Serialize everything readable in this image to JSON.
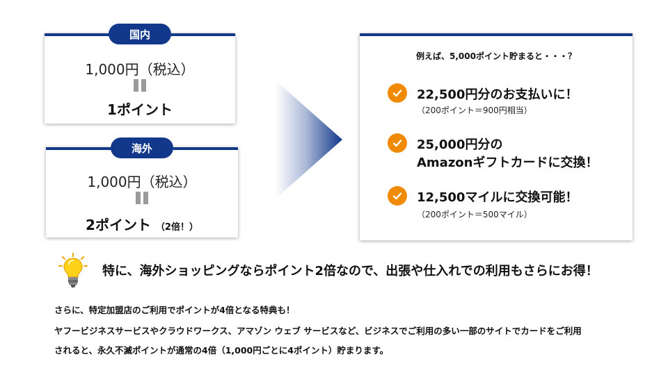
{
  "domestic": {
    "label": "国内",
    "price": "1,000円（税込）",
    "points": "1ポイント"
  },
  "overseas": {
    "label": "海外",
    "price": "1,000円（税込）",
    "points": "2ポイント",
    "points_note": "（2倍！）"
  },
  "example": {
    "title": "例えば、5,000ポイント貯まると・・・？",
    "items": [
      {
        "main": "22,500円分のお支払いに！",
        "sub": "（200ポイント＝900円相当）"
      },
      {
        "main": "25,000円分の",
        "main2": "Amazonギフトカードに交換！"
      },
      {
        "main": "12,500マイルに交換可能！",
        "sub": "（200ポイント＝500マイル）"
      }
    ]
  },
  "headline": "特に、海外ショッピングならポイント2倍なので、出張や仕入れでの利用もさらにお得！",
  "paragraph": [
    "さらに、特定加盟店のご利用でポイントが4倍となる特典も！",
    "ヤフービジネスサービスやクラウドワークス、アマゾン ウェブ サービスなど、ビジネスでご利用の多い一部のサイトでカードをご利用",
    "されると、永久不滅ポイントが通常の4倍（1,000円ごとに4ポイント）貯まります。"
  ],
  "colors": {
    "navy": "#12388c",
    "orange": "#f08a00",
    "equals_gray": "#9a9a9a"
  },
  "icons": {
    "check": "check-icon",
    "lightbulb": "lightbulb-icon",
    "arrow": "arrow-right-icon"
  }
}
